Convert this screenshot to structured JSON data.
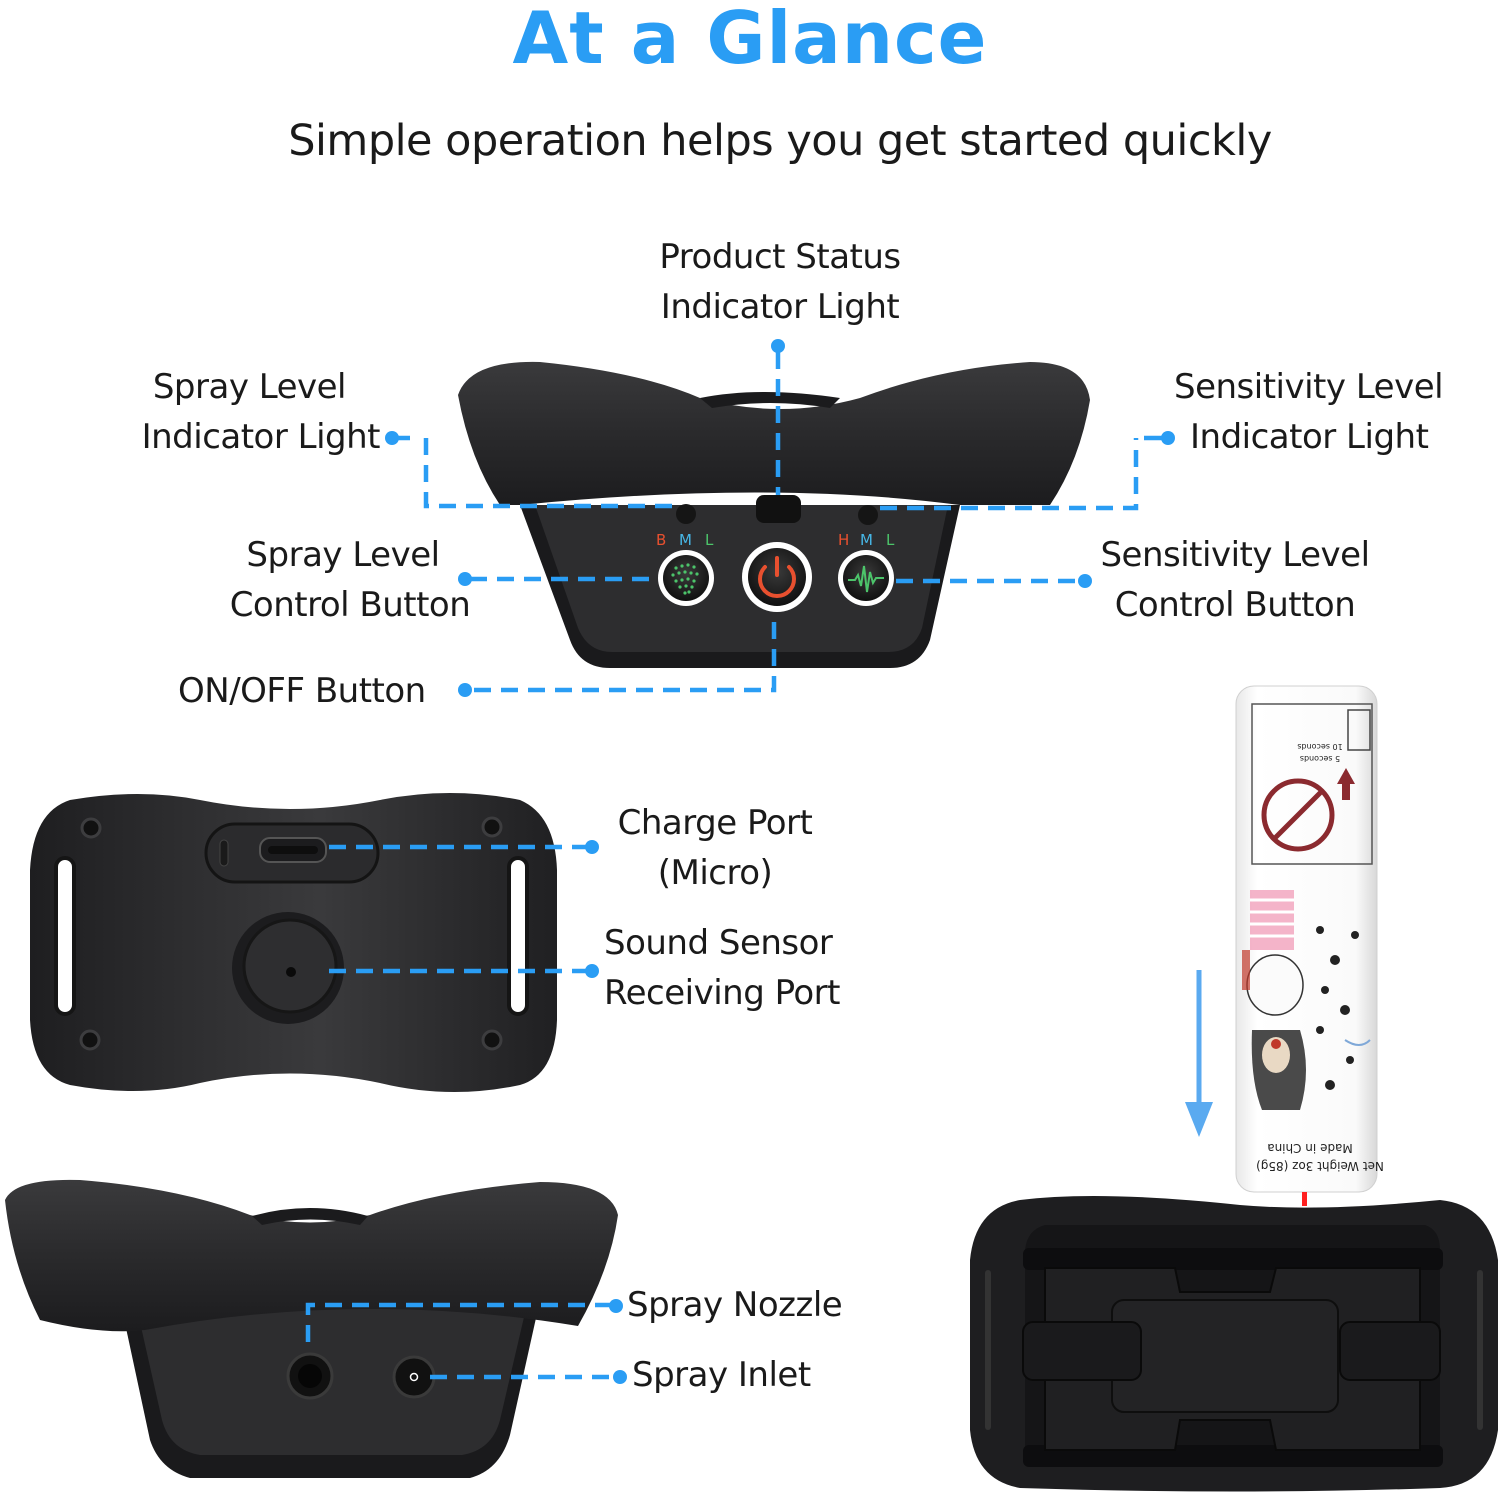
{
  "header": {
    "title": "At a Glance",
    "subtitle": "Simple operation helps you get started quickly"
  },
  "colors": {
    "title_blue": "#2a9df4",
    "callout_blue": "#2a9df4",
    "device_body": "#2b2b2d",
    "power_red": "#e8502f",
    "indicator_green": "#4cc46a",
    "indicator_cyan": "#47b7e6",
    "indicator_red": "#e8502f"
  },
  "callouts": {
    "product_status": {
      "line1": "Product Status",
      "line2": "Indicator Light"
    },
    "spray_level_indicator": {
      "line1": "Spray Level",
      "line2": "Indicator Light"
    },
    "sensitivity_level_indicator": {
      "line1": "Sensitivity Level",
      "line2": "Indicator Light"
    },
    "spray_level_control": {
      "line1": "Spray Level",
      "line2": "Control Button"
    },
    "sensitivity_level_control": {
      "line1": "Sensitivity Level",
      "line2": "Control Button"
    },
    "on_off": {
      "line1": "ON/OFF Button"
    },
    "charge_port": {
      "line1": "Charge Port",
      "line2": "(Micro)"
    },
    "sound_sensor": {
      "line1": "Sound Sensor",
      "line2": "Receiving Port"
    },
    "spray_nozzle": {
      "line1": "Spray Nozzle"
    },
    "spray_inlet": {
      "line1": "Spray Inlet"
    }
  },
  "device_front": {
    "spray_levels": [
      "B",
      "M",
      "L"
    ],
    "sensitivity_levels": [
      "H",
      "M",
      "L"
    ],
    "icons": [
      "spray-dots-icon",
      "power-icon",
      "waveform-icon"
    ]
  },
  "canister": {
    "weight_text": "Net Weight 3oz (85g)",
    "origin_text": "Made in China",
    "instruction_text_1": "5 seconds",
    "instruction_text_2": "10 seconds",
    "arrow": "arrow-down-icon"
  }
}
